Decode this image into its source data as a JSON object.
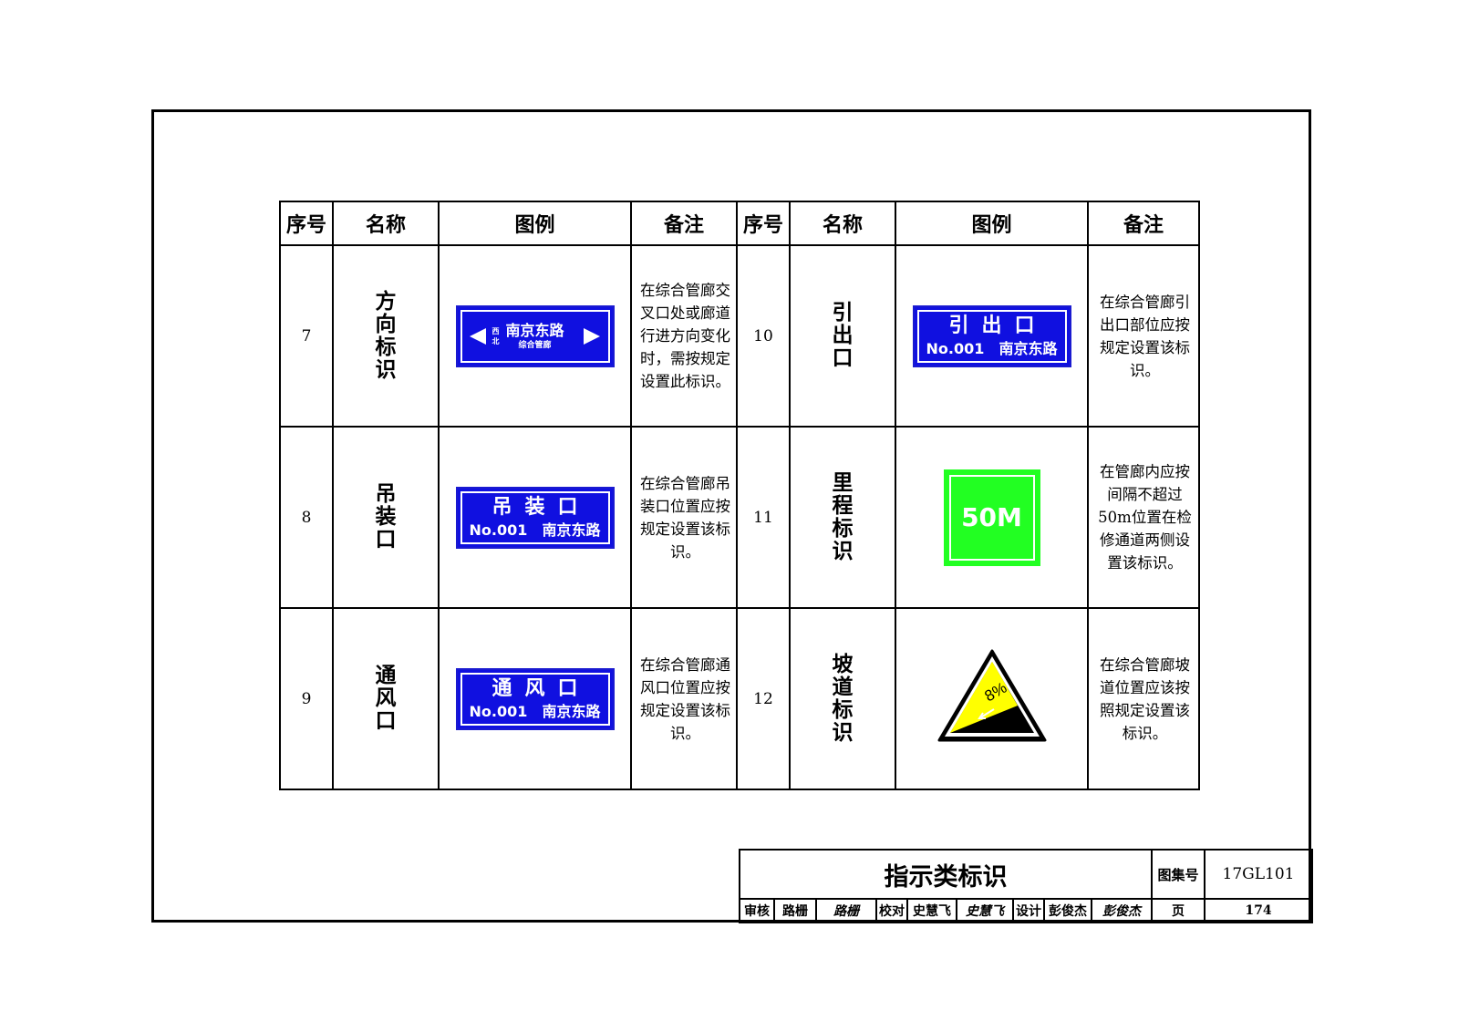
{
  "headers": [
    "序号",
    "名称",
    "图例",
    "备注",
    "序号",
    "名称",
    "图例",
    "备注"
  ],
  "rows": [
    [
      {
        "idx": "7",
        "name": [
          "方",
          "向",
          "标",
          "识"
        ],
        "sign": {
          "kind": "direction",
          "dir1": "西",
          "dir2": "北",
          "road": "南京东路",
          "sub": "综合管廊"
        },
        "note": "在综合管廊交叉口处或廊道行进方向变化时，需按规定设置此标识。"
      },
      {
        "idx": "10",
        "name": [
          "引",
          "出",
          "口"
        ],
        "sign": {
          "kind": "blue",
          "line1": "引出口",
          "code": "No.001",
          "road": "南京东路"
        },
        "note": "在综合管廊引出口部位应按规定设置该标识。"
      }
    ],
    [
      {
        "idx": "8",
        "name": [
          "吊",
          "装",
          "口"
        ],
        "sign": {
          "kind": "blue",
          "line1": "吊装口",
          "code": "No.001",
          "road": "南京东路"
        },
        "note": "在综合管廊吊装口位置应按规定设置该标识。"
      },
      {
        "idx": "11",
        "name": [
          "里",
          "程",
          "标",
          "识"
        ],
        "sign": {
          "kind": "mileage",
          "text": "50M",
          "color": "#22ff22"
        },
        "note": "在管廊内应按间隔不超过50m位置在检修通道两侧设置该标识。"
      }
    ],
    [
      {
        "idx": "9",
        "name": [
          "通",
          "风",
          "口"
        ],
        "sign": {
          "kind": "blue",
          "line1": "通风口",
          "code": "No.001",
          "road": "南京东路"
        },
        "note": "在综合管廊通风口位置应按规定设置该标识。"
      },
      {
        "idx": "12",
        "name": [
          "坡",
          "道",
          "标",
          "识"
        ],
        "sign": {
          "kind": "slope",
          "text": "8%",
          "color_top": "#ffff00",
          "color_bottom": "#000000"
        },
        "note": "在综合管廊坡道位置应该按照规定设置该标识。"
      }
    ]
  ],
  "title_block": {
    "title": "指示类标识",
    "atlas_label": "图集号",
    "atlas_no": "17GL101",
    "review_label": "审核",
    "reviewer": "路栅",
    "reviewer_sig": "路栅",
    "check_label": "校对",
    "checker": "史慧飞",
    "checker_sig": "史慧飞",
    "design_label": "设计",
    "designer": "彭俊杰",
    "designer_sig": "彭俊杰",
    "page_label": "页",
    "page_no": "174"
  },
  "colors": {
    "sign_blue": "#1010e0",
    "sign_green": "#22ff22",
    "slope_yellow": "#ffff00"
  }
}
